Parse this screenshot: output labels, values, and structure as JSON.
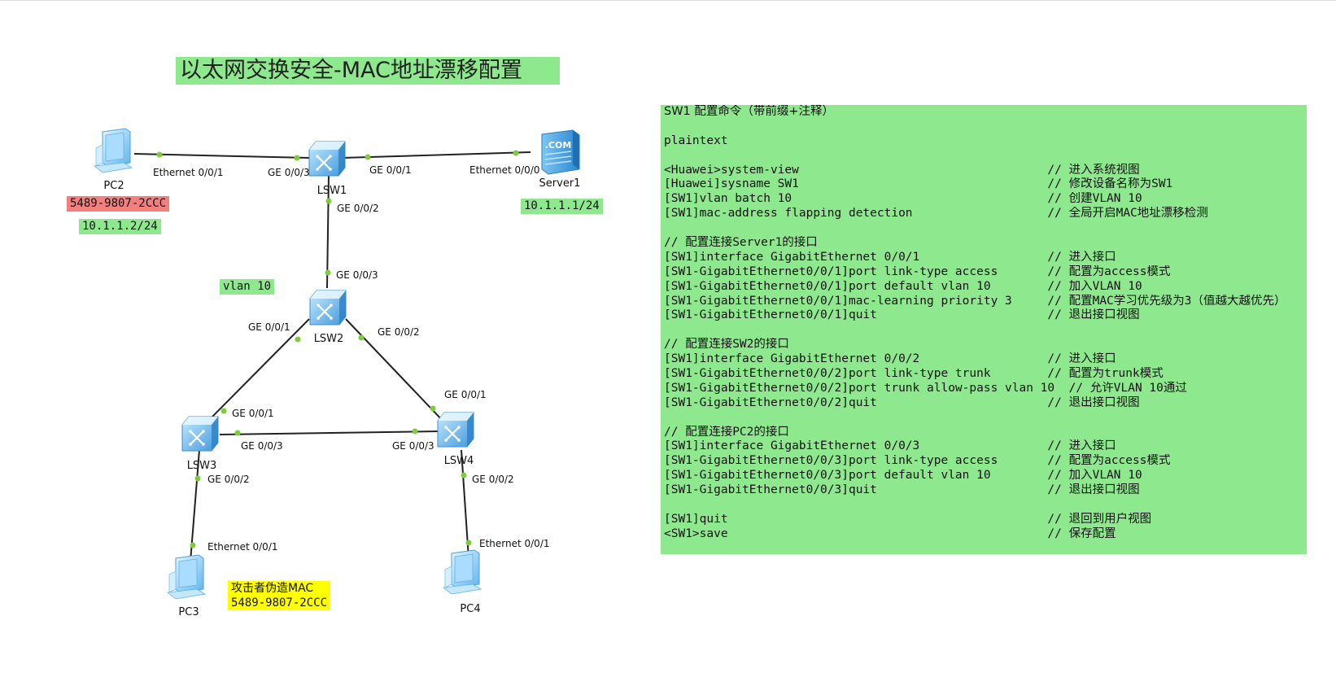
{
  "title": "以太网交换安全-MAC地址漂移配置",
  "colors": {
    "highlight_green": "#8ee88e",
    "highlight_red": "#f47f7f",
    "highlight_yellow": "#ffff00",
    "link": "#222222",
    "port_dot": "#7ccc3c",
    "device_blue": "#5aaee8"
  },
  "devices": {
    "pc2": {
      "label": "PC2",
      "icon": "pc-icon"
    },
    "lsw1": {
      "label": "LSW1",
      "icon": "switch-icon"
    },
    "server1": {
      "label": "Server1",
      "icon": "server-icon",
      "badge": ".COM"
    },
    "lsw2": {
      "label": "LSW2",
      "icon": "switch-icon"
    },
    "lsw3": {
      "label": "LSW3",
      "icon": "switch-icon"
    },
    "lsw4": {
      "label": "LSW4",
      "icon": "switch-icon"
    },
    "pc3": {
      "label": "PC3",
      "icon": "pc-icon"
    },
    "pc4": {
      "label": "PC4",
      "icon": "pc-icon"
    }
  },
  "ports": {
    "pc2_eth": "Ethernet 0/0/1",
    "lsw1_ge003": "GE 0/0/3",
    "lsw1_ge001": "GE 0/0/1",
    "server1_eth": "Ethernet 0/0/0",
    "lsw1_ge002": "GE 0/0/2",
    "lsw2_ge003": "GE 0/0/3",
    "lsw2_ge001": "GE 0/0/1",
    "lsw2_ge002": "GE 0/0/2",
    "lsw3_ge001": "GE 0/0/1",
    "lsw4_ge001": "GE 0/0/1",
    "lsw3_ge003": "GE 0/0/3",
    "lsw4_ge003": "GE 0/0/3",
    "lsw3_ge002": "GE 0/0/2",
    "lsw4_ge002": "GE 0/0/2",
    "pc3_eth": "Ethernet 0/0/1",
    "pc4_eth": "Ethernet 0/0/1"
  },
  "labels": {
    "pc2_mac": "5489-9807-2CCC",
    "pc2_ip": "10.1.1.2/24",
    "server1_ip": "10.1.1.1/24",
    "vlan": "vlan 10",
    "attacker_title": "攻击者伪造MAC",
    "attacker_mac": "5489-9807-2CCC"
  },
  "config": {
    "lines": [
      "SW1 配置命令（带前缀+注释）",
      "",
      "plaintext",
      "",
      "<Huawei>system-view                                   // 进入系统视图",
      "[Huawei]sysname SW1                                   // 修改设备名称为SW1",
      "[SW1]vlan batch 10                                    // 创建VLAN 10",
      "[SW1]mac-address flapping detection                   // 全局开启MAC地址漂移检测",
      "",
      "// 配置连接Server1的接口",
      "[SW1]interface GigabitEthernet 0/0/1                  // 进入接口",
      "[SW1-GigabitEthernet0/0/1]port link-type access       // 配置为access模式",
      "[SW1-GigabitEthernet0/0/1]port default vlan 10        // 加入VLAN 10",
      "[SW1-GigabitEthernet0/0/1]mac-learning priority 3     // 配置MAC学习优先级为3（值越大越优先）",
      "[SW1-GigabitEthernet0/0/1]quit                        // 退出接口视图",
      "",
      "// 配置连接SW2的接口",
      "[SW1]interface GigabitEthernet 0/0/2                  // 进入接口",
      "[SW1-GigabitEthernet0/0/2]port link-type trunk        // 配置为trunk模式",
      "[SW1-GigabitEthernet0/0/2]port trunk allow-pass vlan 10  // 允许VLAN 10通过",
      "[SW1-GigabitEthernet0/0/2]quit                        // 退出接口视图",
      "",
      "// 配置连接PC2的接口",
      "[SW1]interface GigabitEthernet 0/0/3                  // 进入接口",
      "[SW1-GigabitEthernet0/0/3]port link-type access       // 配置为access模式",
      "[SW1-GigabitEthernet0/0/3]port default vlan 10        // 加入VLAN 10",
      "[SW1-GigabitEthernet0/0/3]quit                        // 退出接口视图",
      "",
      "[SW1]quit                                             // 退回到用户视图",
      "<SW1>save                                             // 保存配置"
    ]
  }
}
